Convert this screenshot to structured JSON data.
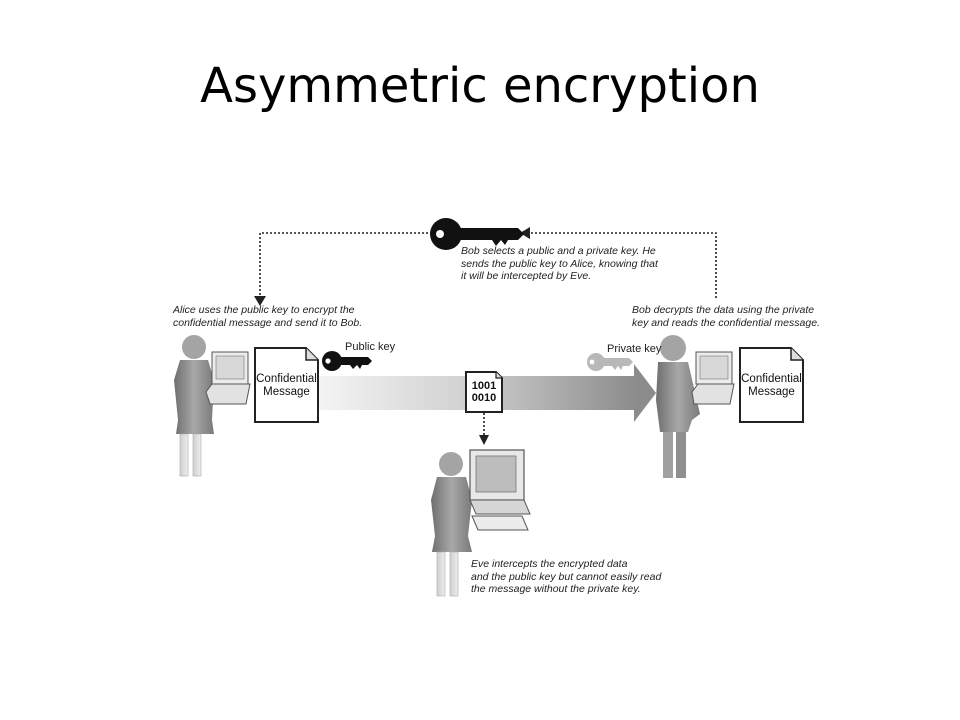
{
  "slide": {
    "title": "Asymmetric encryption"
  },
  "captions": {
    "bob_selects": "Bob selects a public and a private key.  He\nsends the public key to Alice, knowing that\nit will be intercepted by Eve.",
    "alice_uses": "Alice uses the public key to encrypt the\nconfidential message and send it to Bob.",
    "bob_decrypts": "Bob decrypts the data using the private\nkey and reads the confidential message.",
    "eve_intercepts": "Eve intercepts the encrypted data\nand the public key but cannot easily read\nthe message without the private key."
  },
  "labels": {
    "public_key": "Public key",
    "private_key": "Private key"
  },
  "documents": {
    "alice_doc": "Confidential\nMessage",
    "bob_doc": "Confidential\nMessage",
    "encrypted": "1001\n0010"
  },
  "icons": [
    "key-icon",
    "document-icon",
    "person-icon",
    "laptop-icon",
    "computer-icon",
    "arrow-icon"
  ]
}
